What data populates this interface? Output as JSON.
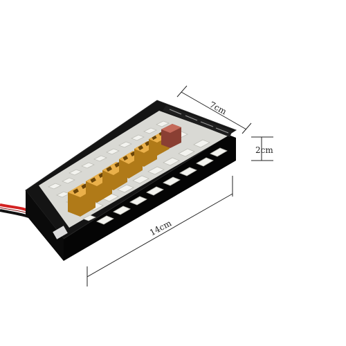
{
  "dimensions": {
    "width_label": "7cm",
    "height_label": "2cm",
    "length_label": "14cm"
  },
  "colors": {
    "board_body": "#0f0f0f",
    "xt60_connector": "#e3a52a",
    "xt60_shadow": "#b07a18",
    "jst_socket": "#f1f1ee",
    "deans_plug": "#b2584a",
    "cable_red": "#d32222",
    "cable_black": "#111111",
    "dimension_line": "#222222"
  }
}
